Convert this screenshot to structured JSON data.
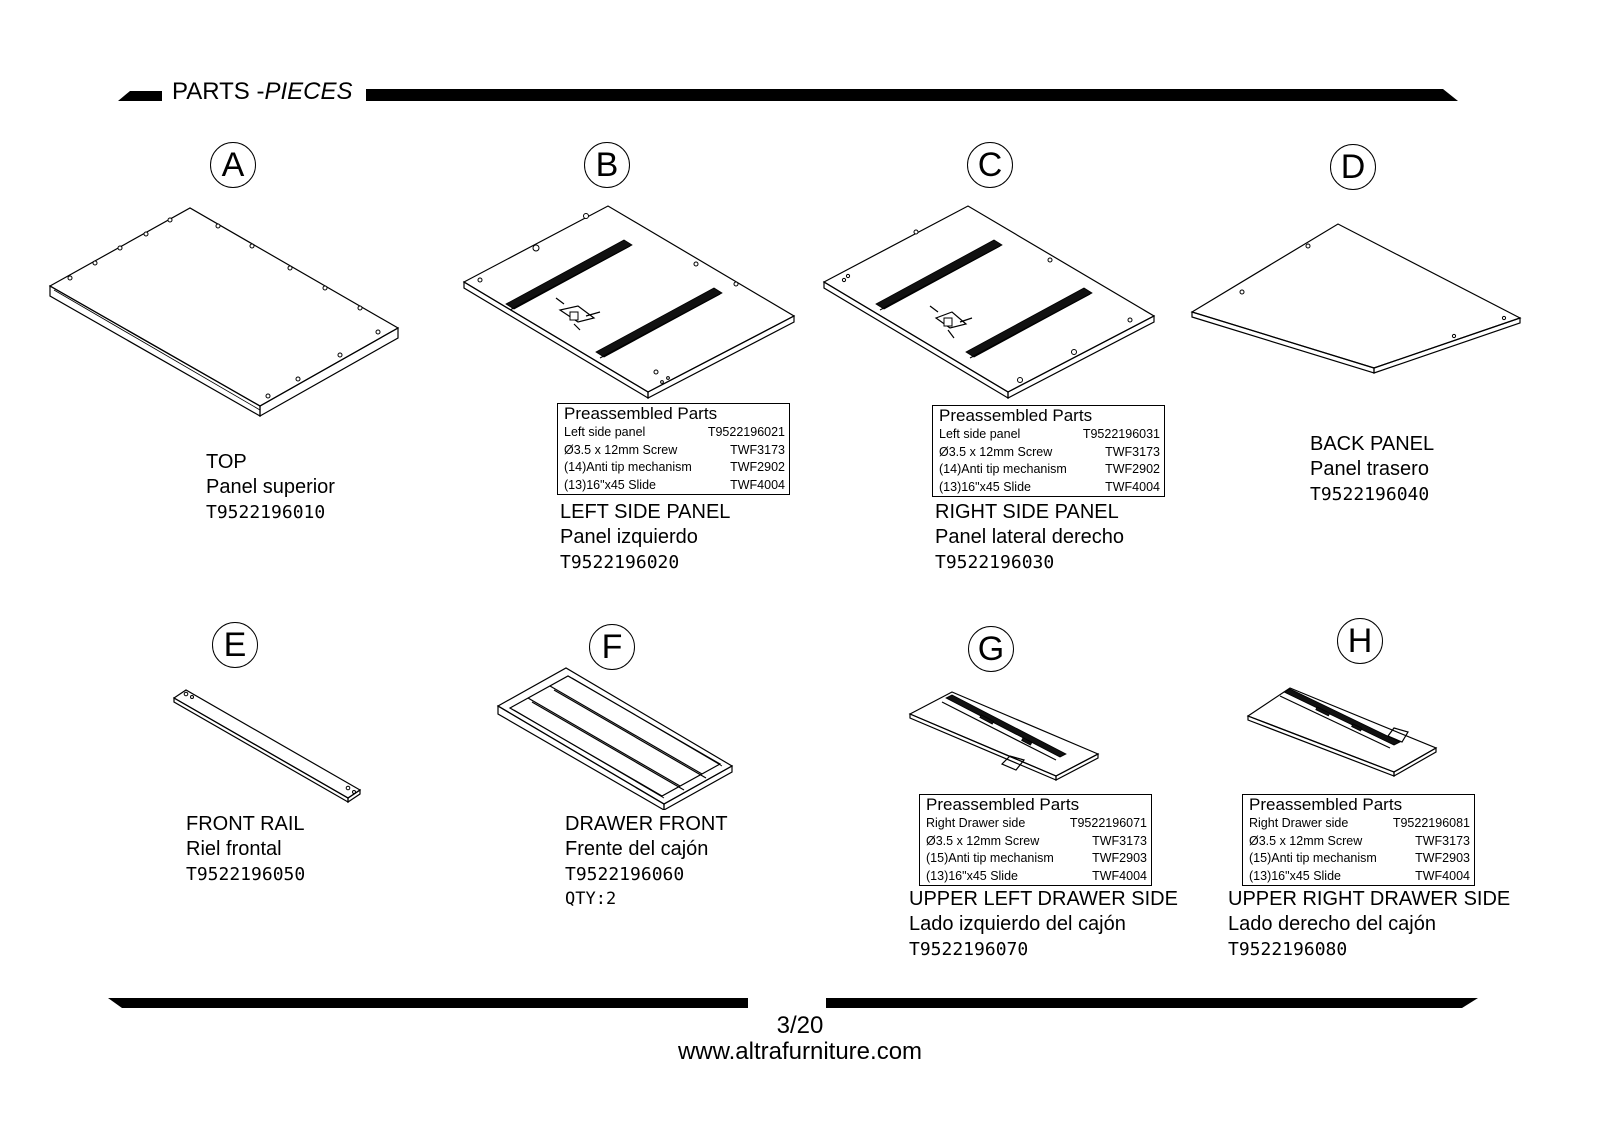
{
  "header": {
    "title": "PARTS -",
    "title_italic": "PIECES"
  },
  "parts": {
    "A": {
      "letter": "A",
      "name_en": "TOP",
      "name_es": "Panel superior",
      "code": "T9522196010"
    },
    "B": {
      "letter": "B",
      "name_en": "LEFT SIDE PANEL",
      "name_es": "Panel izquierdo",
      "code": "T9522196020",
      "preassembled": {
        "title": "Preassembled Parts",
        "rows": [
          {
            "item": "Left side panel",
            "code": "T9522196021"
          },
          {
            "item": "Ø3.5 x 12mm Screw",
            "code": "TWF3173"
          },
          {
            "item": "(14)Anti tip mechanism",
            "code": "TWF2902"
          },
          {
            "item": "(13)16\"x45 Slide",
            "code": "TWF4004"
          }
        ]
      }
    },
    "C": {
      "letter": "C",
      "name_en": "RIGHT SIDE PANEL",
      "name_es": "Panel lateral derecho",
      "code": "T9522196030",
      "preassembled": {
        "title": "Preassembled Parts",
        "rows": [
          {
            "item": "Left side panel",
            "code": "T9522196031"
          },
          {
            "item": "Ø3.5 x 12mm Screw",
            "code": "TWF3173"
          },
          {
            "item": "(14)Anti tip mechanism",
            "code": "TWF2902"
          },
          {
            "item": "(13)16\"x45 Slide",
            "code": "TWF4004"
          }
        ]
      }
    },
    "D": {
      "letter": "D",
      "name_en": "BACK PANEL",
      "name_es": "Panel trasero",
      "code": "T9522196040"
    },
    "E": {
      "letter": "E",
      "name_en": "FRONT RAIL",
      "name_es": "Riel frontal",
      "code": "T9522196050"
    },
    "F": {
      "letter": "F",
      "name_en": "DRAWER FRONT",
      "name_es": "Frente del cajón",
      "code": "T9522196060",
      "qty": "QTY:2"
    },
    "G": {
      "letter": "G",
      "name_en": "UPPER LEFT DRAWER SIDE",
      "name_es": "Lado izquierdo del cajón",
      "code": "T9522196070",
      "preassembled": {
        "title": "Preassembled Parts",
        "rows": [
          {
            "item": "Right Drawer side",
            "code": "T9522196071"
          },
          {
            "item": "Ø3.5 x 12mm Screw",
            "code": "TWF3173"
          },
          {
            "item": "(15)Anti tip mechanism",
            "code": "TWF2903"
          },
          {
            "item": "(13)16\"x45 Slide",
            "code": "TWF4004"
          }
        ]
      }
    },
    "H": {
      "letter": "H",
      "name_en": "UPPER RIGHT DRAWER SIDE",
      "name_es": "Lado derecho del cajón",
      "code": "T9522196080",
      "preassembled": {
        "title": "Preassembled Parts",
        "rows": [
          {
            "item": "Right Drawer side",
            "code": "T9522196081"
          },
          {
            "item": "Ø3.5 x 12mm Screw",
            "code": "TWF3173"
          },
          {
            "item": "(15)Anti tip mechanism",
            "code": "TWF2903"
          },
          {
            "item": "(13)16\"x45 Slide",
            "code": "TWF4004"
          }
        ]
      }
    }
  },
  "footer": {
    "page": "3/20",
    "url": "www.altrafurniture.com"
  }
}
